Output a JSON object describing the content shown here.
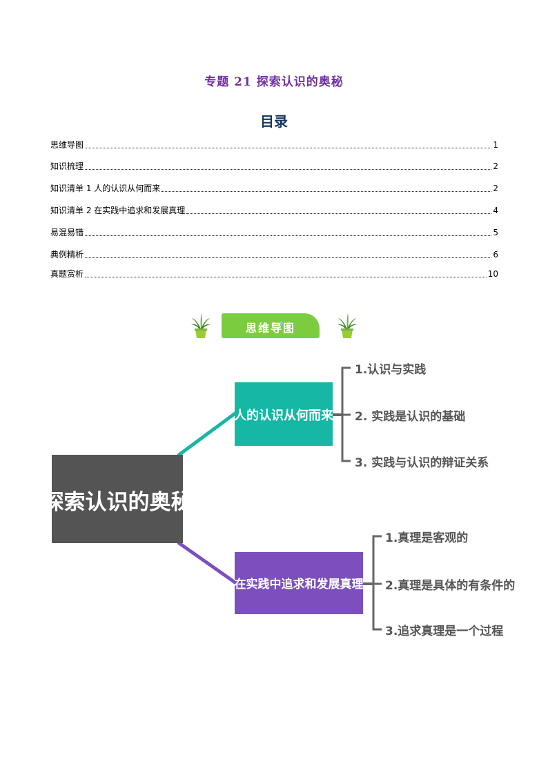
{
  "document": {
    "title": "专题 21  探索认识的奥秘"
  },
  "toc": {
    "heading": "目录",
    "items": [
      {
        "label": "思维导图",
        "page": "1"
      },
      {
        "label": "知识梳理",
        "page": "2"
      },
      {
        "label": "知识清单 1 人的认识从何而来",
        "page": "2"
      },
      {
        "label": "知识清单 2 在实践中追求和发展真理",
        "page": "4"
      },
      {
        "label": "易混易错",
        "page": "5"
      },
      {
        "label": "典例精析",
        "page": "6"
      },
      {
        "label": "真题赏析",
        "page": "10"
      }
    ]
  },
  "section_banner": {
    "label": "思维导图",
    "icons": [
      "plant-pot-icon",
      "plant-pot-icon"
    ],
    "colors": {
      "banner": "#7ccc3f",
      "dots": [
        "#f4b183",
        "#9dc3e6",
        "#a9d18e"
      ]
    }
  },
  "mindmap": {
    "root": {
      "label": "探索认识的奥秘",
      "color": "#545454"
    },
    "branches": [
      {
        "label": "人的认识从何而来",
        "color": "#16b7a4",
        "children": [
          "1.认识与实践",
          "2. 实践是认识的基础",
          "3.  实践与认识的辩证关系"
        ]
      },
      {
        "label": "在实践中追求和发展真理",
        "color": "#7b4fbe",
        "children": [
          "1.真理是客观的",
          "2.真理是具体的有条件的",
          "3.追求真理是一个过程"
        ]
      }
    ]
  }
}
